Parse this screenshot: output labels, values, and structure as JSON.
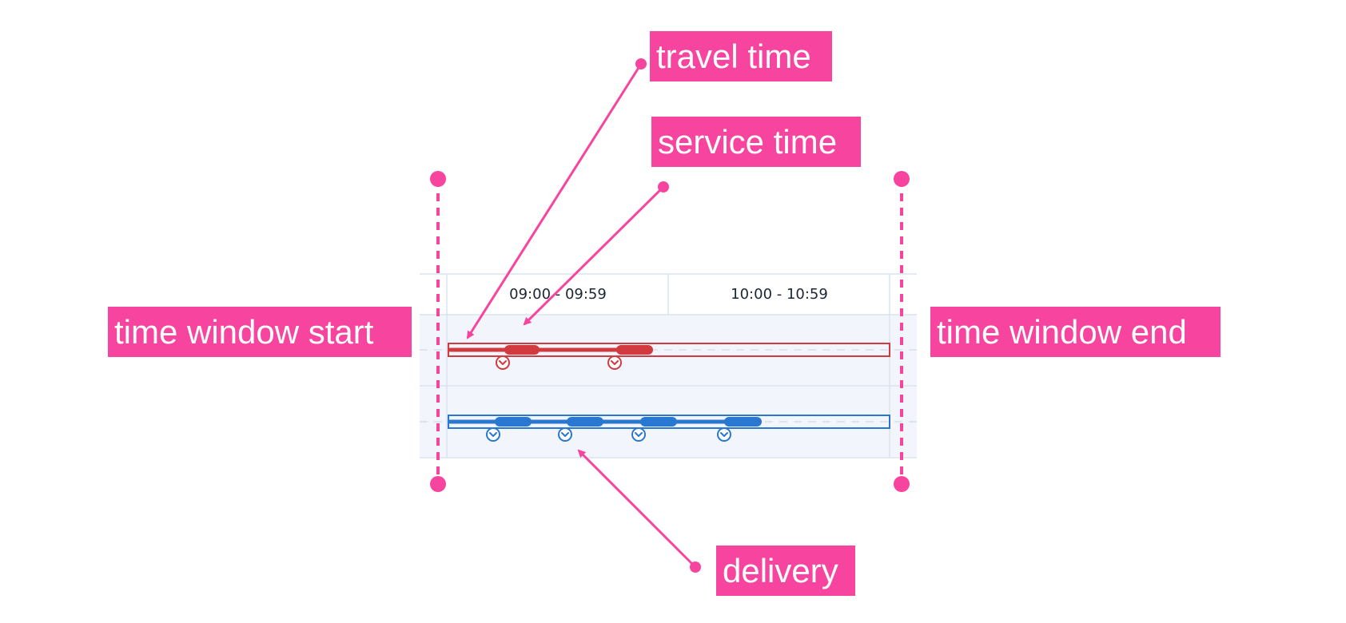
{
  "timeline": {
    "columns": [
      {
        "label": "09:00 - 09:59"
      },
      {
        "label": "10:00 - 10:59"
      }
    ],
    "routes": [
      {
        "color": "#d13a3e",
        "deliveries": 2
      },
      {
        "color": "#2a77d1",
        "deliveries": 4
      }
    ]
  },
  "annotations": {
    "travel_time": "travel time",
    "service_time": "service time",
    "time_window_start": "time window start",
    "time_window_end": "time window end",
    "delivery": "delivery"
  },
  "colors": {
    "annotation": "#f7449e",
    "red_route": "#d13a3e",
    "blue_route": "#2a77d1",
    "row_background": "#f2f6fc",
    "grid": "#d9e3ef"
  },
  "icons": {
    "delivery_marker": "chevron-down-circle-icon"
  }
}
